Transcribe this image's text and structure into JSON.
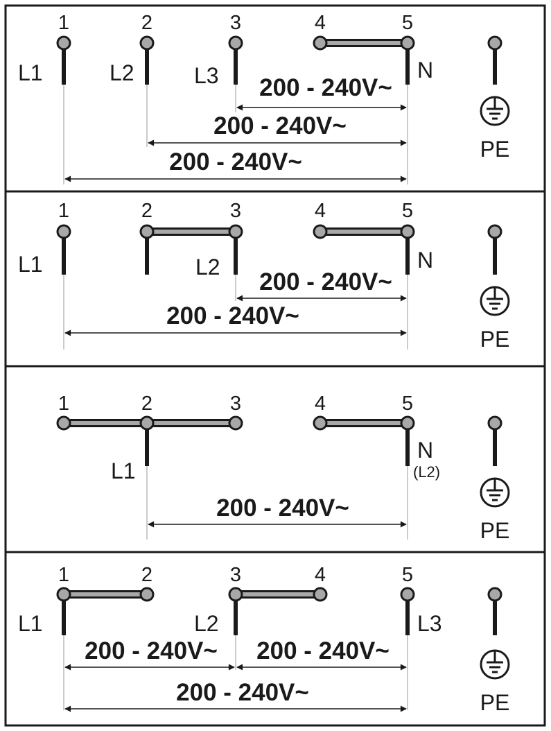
{
  "panels": [
    {
      "terminals": [
        "1",
        "2",
        "3",
        "4",
        "5"
      ],
      "labels": {
        "L1": "L1",
        "L2": "L2",
        "L3": "L3",
        "N": "N"
      },
      "voltages": [
        "200 - 240V~",
        "200 - 240V~",
        "200 - 240V~"
      ],
      "pe": "PE"
    },
    {
      "terminals": [
        "1",
        "2",
        "3",
        "4",
        "5"
      ],
      "labels": {
        "L1": "L1",
        "L2": "L2",
        "N": "N"
      },
      "voltages": [
        "200 - 240V~",
        "200 - 240V~"
      ],
      "pe": "PE"
    },
    {
      "terminals": [
        "1",
        "2",
        "3",
        "4",
        "5"
      ],
      "labels": {
        "L1": "L1",
        "N": "N",
        "N_sub": "(L2)"
      },
      "voltages": [
        "200 - 240V~"
      ],
      "pe": "PE"
    },
    {
      "terminals": [
        "1",
        "2",
        "3",
        "4",
        "5"
      ],
      "labels": {
        "L1": "L1",
        "L2": "L2",
        "L3": "L3"
      },
      "voltages": [
        "200 - 240V~",
        "200 - 240V~",
        "200 - 240V~"
      ],
      "pe": "PE"
    }
  ]
}
